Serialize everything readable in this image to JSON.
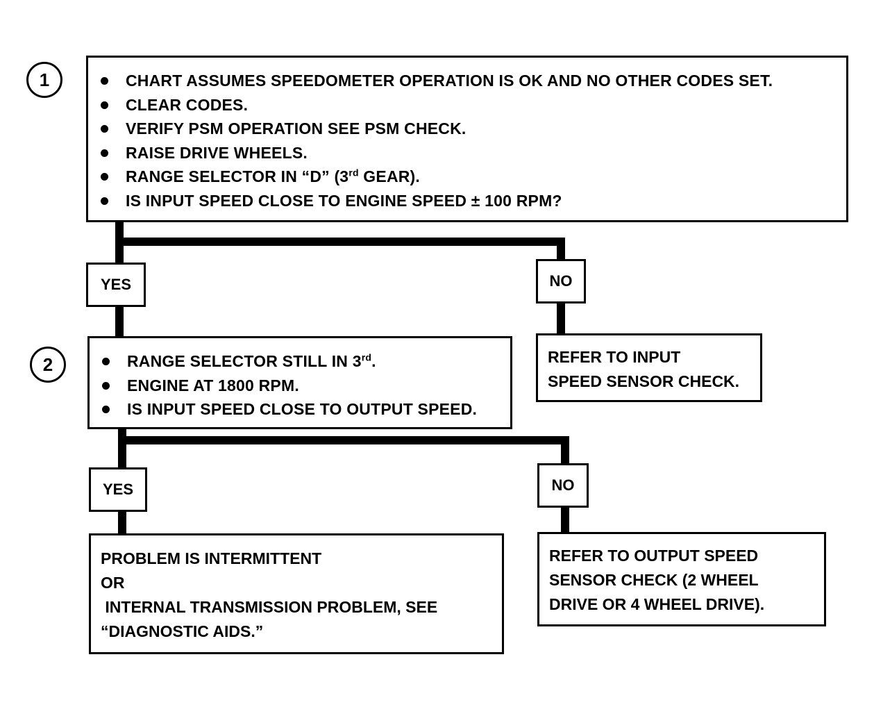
{
  "steps": [
    {
      "number": "1",
      "items": [
        "CHART ASSUMES SPEEDOMETER OPERATION IS OK AND NO OTHER CODES SET.",
        "CLEAR CODES.",
        "VERIFY PSM OPERATION SEE PSM CHECK.",
        "RAISE DRIVE WHEELS.",
        "RANGE SELECTOR IN “D” (3rd GEAR).",
        "IS INPUT SPEED CLOSE TO ENGINE SPEED ± 100 RPM?"
      ],
      "yes_label": "YES",
      "no_label": "NO",
      "no_result": [
        "REFER TO INPUT",
        "SPEED SENSOR CHECK."
      ]
    },
    {
      "number": "2",
      "items": [
        "RANGE SELECTOR STILL IN 3rd.",
        "ENGINE AT 1800 RPM.",
        "IS INPUT SPEED CLOSE TO OUTPUT SPEED."
      ],
      "yes_label": "YES",
      "no_label": "NO",
      "yes_result": [
        "PROBLEM IS INTERMITTENT",
        "OR",
        " INTERNAL TRANSMISSION PROBLEM, SEE",
        "“DIAGNOSTIC AIDS.”"
      ],
      "no_result": [
        "REFER TO OUTPUT SPEED",
        "SENSOR CHECK (2 WHEEL",
        "DRIVE OR 4 WHEEL DRIVE)."
      ]
    }
  ]
}
